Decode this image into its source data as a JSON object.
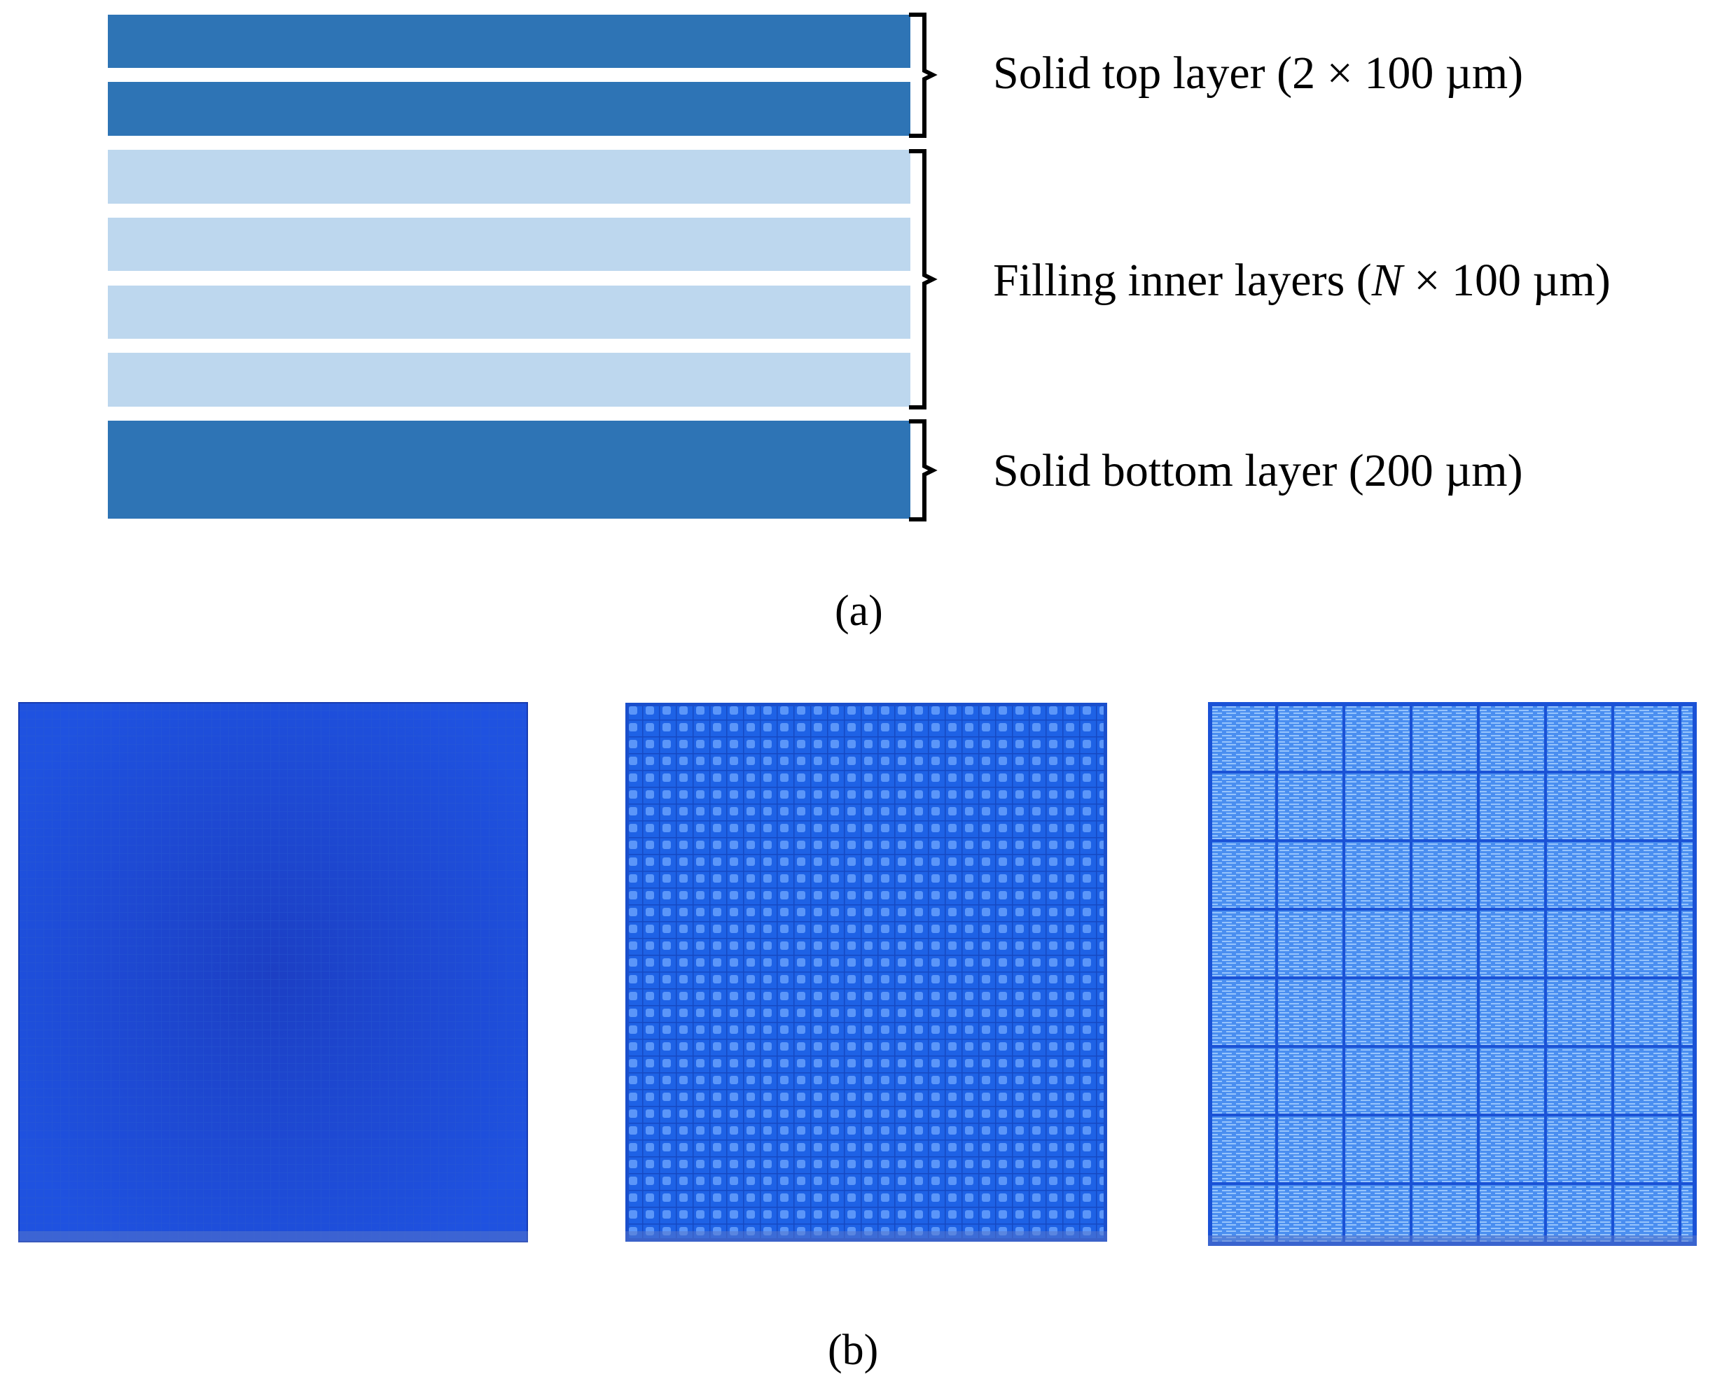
{
  "diagram": {
    "layers": [
      {
        "type": "solid"
      },
      {
        "type": "solid"
      },
      {
        "type": "filling"
      },
      {
        "type": "filling"
      },
      {
        "type": "filling"
      },
      {
        "type": "filling"
      },
      {
        "type": "solid-bottom"
      }
    ],
    "colors": {
      "solid": "#2e74b5",
      "filling": "#bdd7ee",
      "sample_base": "#1f5fe0"
    },
    "labels": {
      "top": "Solid top layer (2 × 100 µm)",
      "filling_prefix": "Filling inner layers (",
      "filling_var": "N",
      "filling_suffix": " × 100 µm)",
      "bottom": "Solid bottom layer (200 µm)"
    },
    "caption_a": "(a)"
  },
  "photos": {
    "samples": [
      {
        "name": "solid-infill-sample",
        "pattern": "dense"
      },
      {
        "name": "fine-grid-infill-sample",
        "pattern": "fine-grid"
      },
      {
        "name": "coarse-grid-infill-sample",
        "pattern": "coarse-grid"
      }
    ],
    "caption_b": "(b)"
  }
}
